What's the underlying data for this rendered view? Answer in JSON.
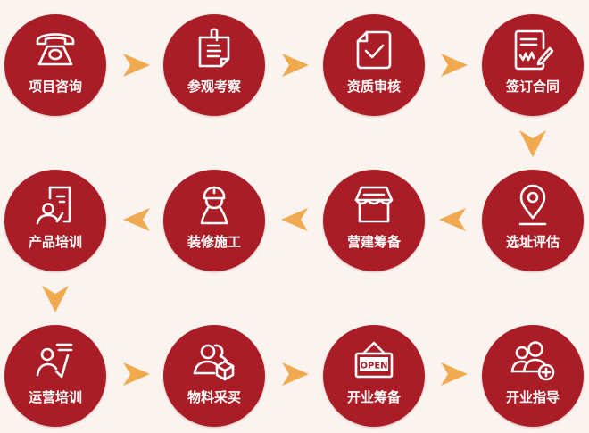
{
  "colors": {
    "background": "#faf3ef",
    "circle": "#ab1d26",
    "arrow": "#f0a94e",
    "text": "#ffffff"
  },
  "flow": {
    "steps": [
      {
        "index": 1,
        "label": "项目咨询",
        "icon": "telephone-icon"
      },
      {
        "index": 2,
        "label": "参观考察",
        "icon": "clipboard-note-icon"
      },
      {
        "index": 3,
        "label": "资质审核",
        "icon": "document-check-icon"
      },
      {
        "index": 4,
        "label": "签订合同",
        "icon": "contract-sign-icon"
      },
      {
        "index": 5,
        "label": "选址评估",
        "icon": "location-pin-icon"
      },
      {
        "index": 6,
        "label": "营建筹备",
        "icon": "storefront-icon"
      },
      {
        "index": 7,
        "label": "装修施工",
        "icon": "construction-worker-icon"
      },
      {
        "index": 8,
        "label": "产品培训",
        "icon": "product-training-icon"
      },
      {
        "index": 9,
        "label": "运营培训",
        "icon": "operations-training-icon"
      },
      {
        "index": 10,
        "label": "物料采买",
        "icon": "materials-purchase-icon"
      },
      {
        "index": 11,
        "label": "开业筹备",
        "icon": "open-sign-icon",
        "icon_text": "OPEN"
      },
      {
        "index": 12,
        "label": "开业指导",
        "icon": "opening-guidance-icon"
      }
    ],
    "arrows": [
      {
        "from": 1,
        "to": 2,
        "direction": "right"
      },
      {
        "from": 2,
        "to": 3,
        "direction": "right"
      },
      {
        "from": 3,
        "to": 4,
        "direction": "right"
      },
      {
        "from": 4,
        "to": 5,
        "direction": "down"
      },
      {
        "from": 5,
        "to": 6,
        "direction": "left"
      },
      {
        "from": 6,
        "to": 7,
        "direction": "left"
      },
      {
        "from": 7,
        "to": 8,
        "direction": "left"
      },
      {
        "from": 8,
        "to": 9,
        "direction": "down"
      },
      {
        "from": 9,
        "to": 10,
        "direction": "right"
      },
      {
        "from": 10,
        "to": 11,
        "direction": "right"
      },
      {
        "from": 11,
        "to": 12,
        "direction": "right"
      }
    ]
  }
}
